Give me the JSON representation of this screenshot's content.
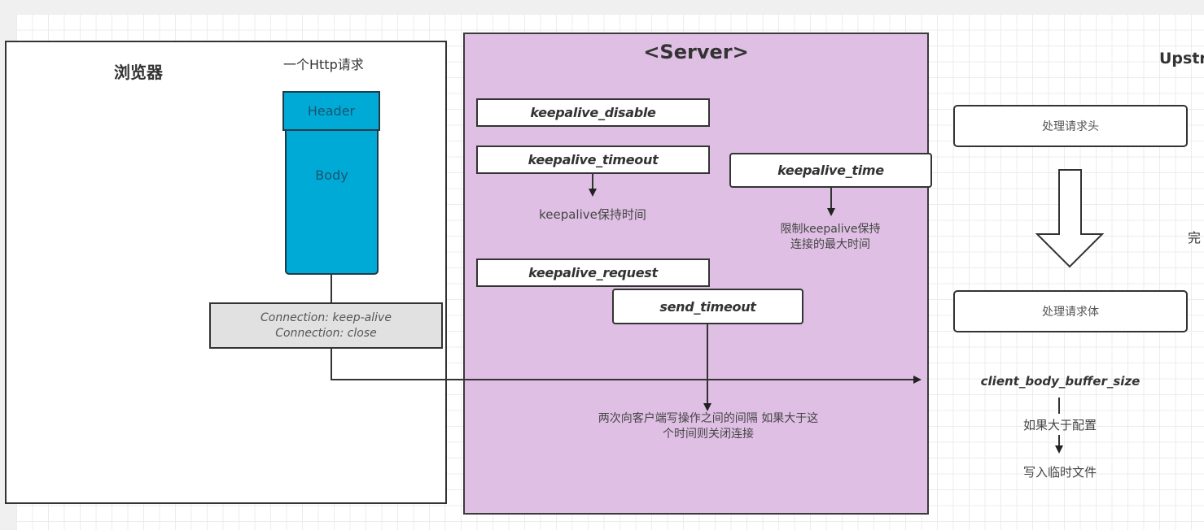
{
  "browser": {
    "title": "浏览器",
    "request_label": "一个Http请求",
    "header_label": "Header",
    "body_label": "Body",
    "connection_lines": [
      "Connection: keep-alive",
      "Connection: close"
    ]
  },
  "server": {
    "title": "<Server>",
    "params": {
      "keepalive_disable": "keepalive_disable",
      "keepalive_timeout": "keepalive_timeout",
      "keepalive_time": "keepalive_time",
      "keepalive_request": "keepalive_request",
      "send_timeout": "send_timeout"
    },
    "notes": {
      "keepalive_timeout_note": "keepalive保持时间",
      "keepalive_time_note": [
        "限制keepalive保持",
        "连接的最大时间"
      ],
      "send_timeout_note": [
        "两次向客户端写操作之间的间隔 如果大于这",
        "个时间则关闭连接"
      ]
    }
  },
  "upstream": {
    "title_partial": "Upstr",
    "process_header": "处理请求头",
    "process_body": "处理请求体",
    "side_text_partial": "完",
    "buffer_param": "client_body_buffer_size",
    "if_larger": "如果大于配置",
    "write_temp": "写入临时文件"
  },
  "colors": {
    "server_fill": "#dfc0e4",
    "request_block": "#00aad6",
    "connection_box": "#e1e1e1",
    "stroke": "#333333"
  }
}
